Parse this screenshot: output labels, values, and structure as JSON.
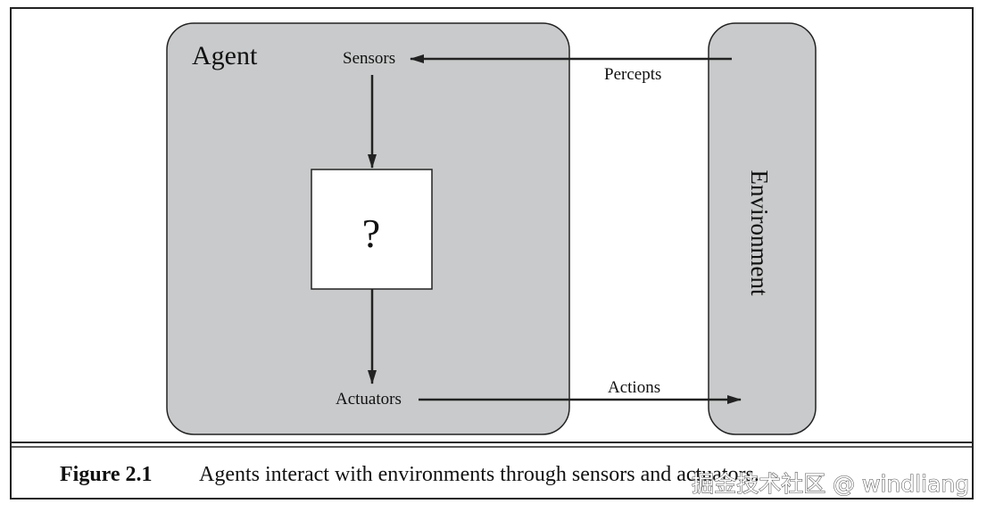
{
  "diagram": {
    "agent_label": "Agent",
    "environment_label": "Environment",
    "sensors_label": "Sensors",
    "actuators_label": "Actuators",
    "percepts_label": "Percepts",
    "actions_label": "Actions",
    "unknown_symbol": "?"
  },
  "caption": {
    "figure_number": "Figure 2.1",
    "text": "Agents interact with environments through sensors and actuators."
  },
  "watermark": {
    "text": "掘金技术社区 @ windliang"
  },
  "colors": {
    "box_fill": "#c9cacb",
    "stroke": "#222222",
    "background": "#ffffff"
  }
}
